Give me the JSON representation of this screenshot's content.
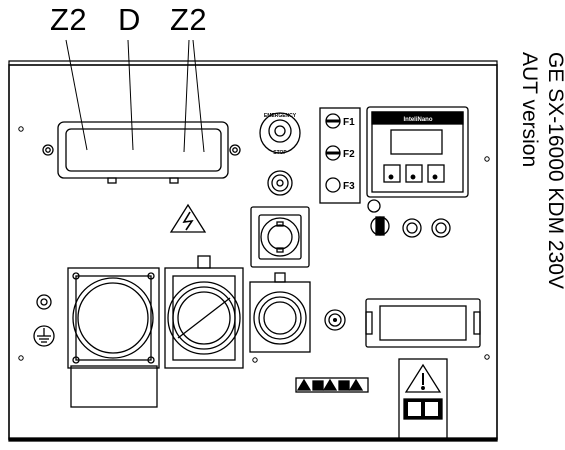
{
  "callouts": {
    "z2_left": "Z2",
    "d": "D",
    "z2_right": "Z2"
  },
  "side_text": {
    "line1": "GE SX-16000 KDM  230V",
    "line2": "AUT version"
  },
  "emergency": {
    "top": "EMERGENCY",
    "bottom": "STOP"
  },
  "fuses": [
    "F1",
    "F2",
    "F3"
  ],
  "controller": {
    "brand": "InteliNano"
  }
}
